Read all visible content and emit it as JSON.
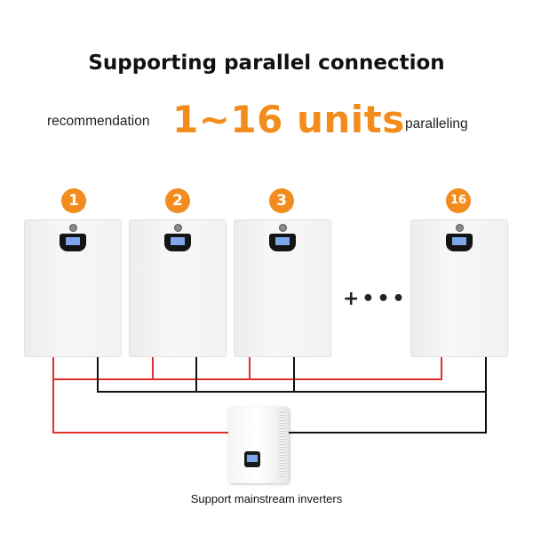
{
  "title": "Supporting parallel connection",
  "subtitle": {
    "prefix": "recommendation",
    "highlight": "1~16 units",
    "suffix": "paralleling"
  },
  "badges": [
    "1",
    "2",
    "3",
    "16"
  ],
  "more_indicator": "+•••",
  "inverter_caption": "Support mainstream inverters",
  "colors": {
    "accent": "#f28c1c",
    "positive_wire": "#e03030",
    "negative_wire": "#111111"
  }
}
